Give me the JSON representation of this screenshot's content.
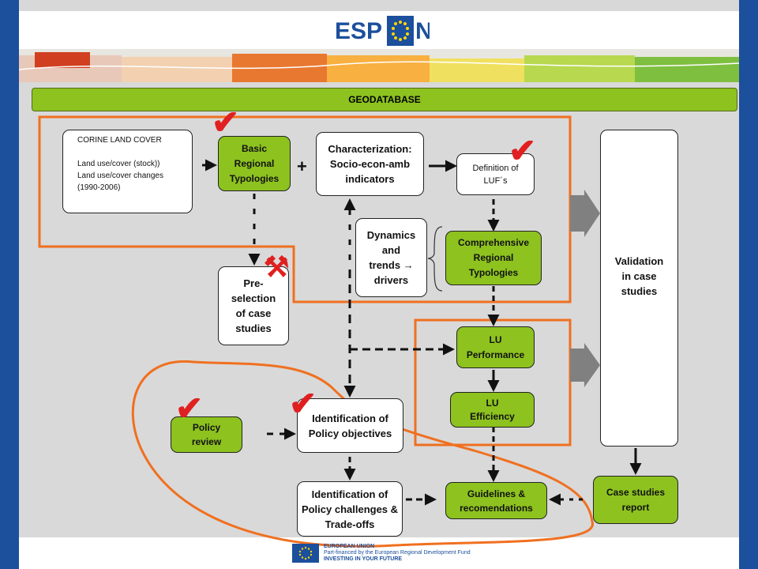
{
  "header": {
    "logo_text": "ESP",
    "logo_text_end": "N"
  },
  "geodatabase": {
    "label": "GEODATABASE"
  },
  "nodes": {
    "corine": {
      "line1": "CORINE  LAND COVER",
      "line2": "Land use/cover (stock))",
      "line3": "Land use/cover changes",
      "line4": "(1990-2006)"
    },
    "basic_typologies": "Basic\nRegional\nTypologies",
    "plus": "+",
    "characterization": "Characterization:\nSocio-econ-amb\nindicators",
    "definition_luf": "Definition of\nLUF´s",
    "dynamics": "Dynamics\nand\ntrends →\ndrivers",
    "comprehensive_typologies": "Comprehensive\nRegional\nTypologies",
    "preselection": "Pre-\nselection\nof case\nstudies",
    "validation": "Validation\nin case\nstudies",
    "lu_performance": "LU\nPerformance",
    "lu_efficiency": "LU\nEfficiency",
    "policy_review": "Policy\nreview",
    "policy_objectives": "Identification of\nPolicy objectives",
    "policy_challenges": "Identification  of\nPolicy challenges &\nTrade-offs",
    "guidelines": "Guidelines &\nrecomendations",
    "case_report": "Case studies\nreport"
  },
  "marks": {
    "check": "✔",
    "tools": "⚒"
  },
  "footer": {
    "eu_line1": "EUROPEAN UNION",
    "eu_line2": "Part-financed by the European Regional Development Fund",
    "eu_line3": "INVESTING IN YOUR FUTURE"
  },
  "colors": {
    "green": "#8dc21f",
    "orange": "#f07020",
    "check_red": "#e02020",
    "side_blue": "#1c4f9c"
  }
}
